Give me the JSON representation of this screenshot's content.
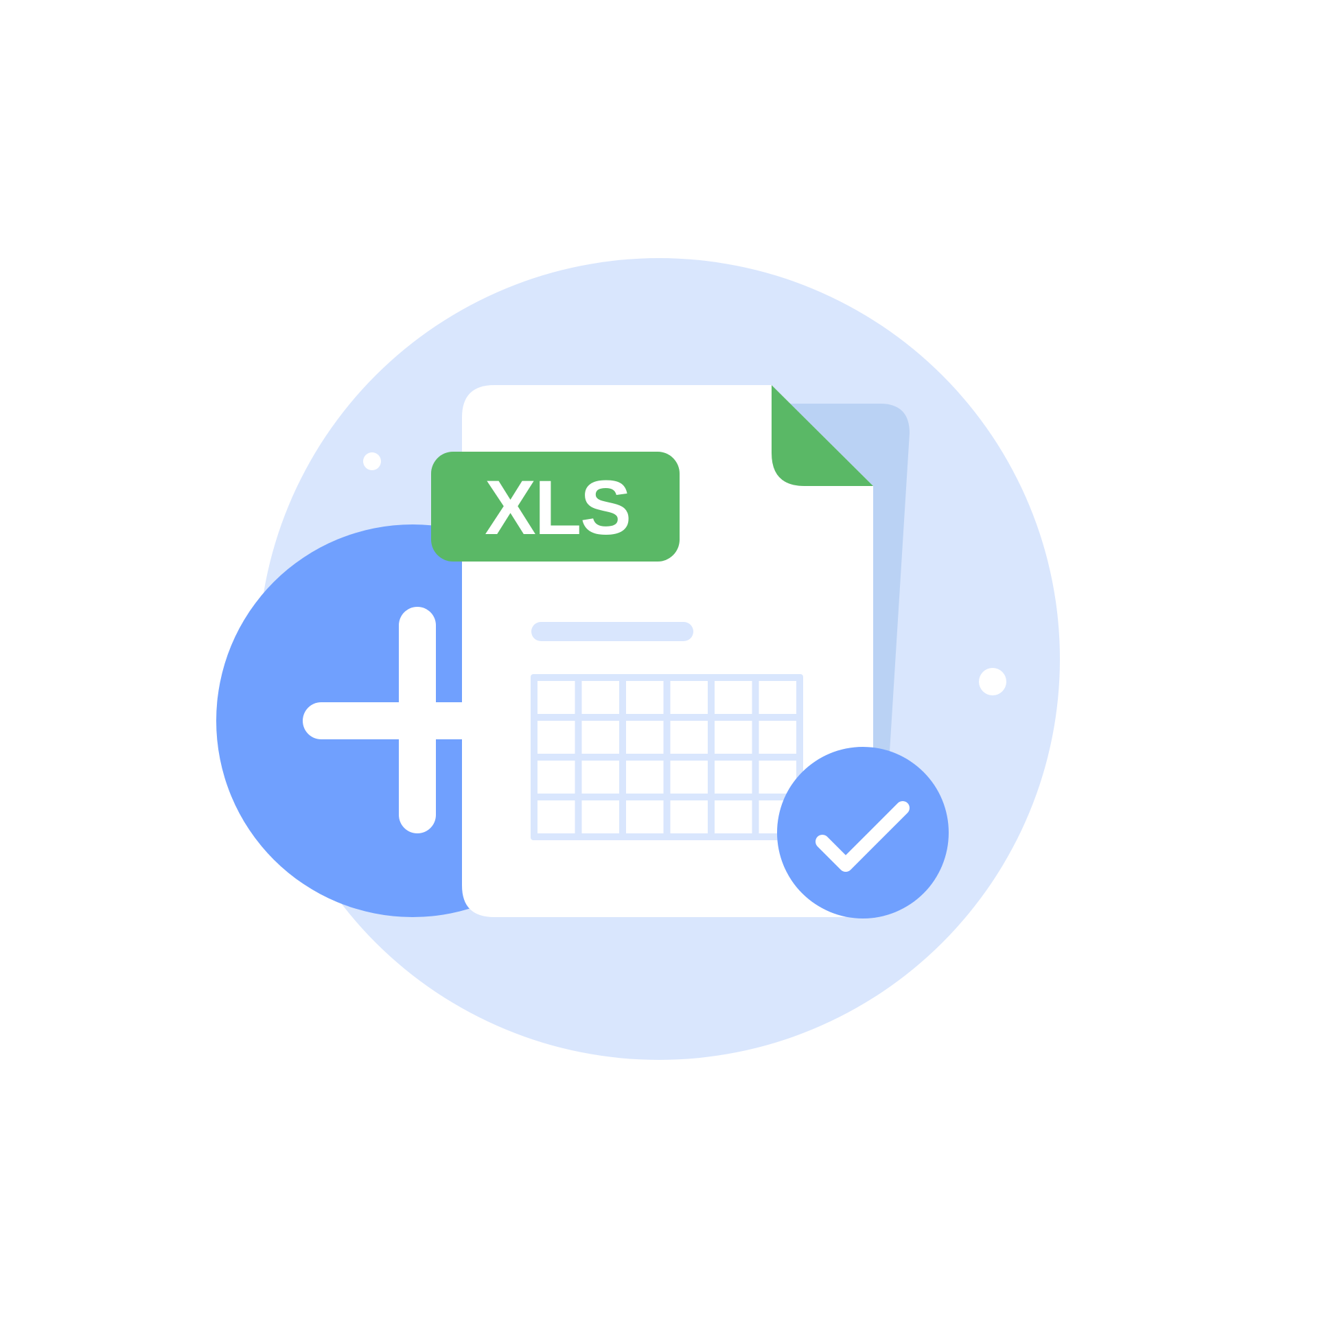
{
  "illustration": {
    "badge": {
      "label": "XLS"
    },
    "colors": {
      "background": "#ffffff",
      "halo": "#d9e6fd",
      "accent_blue": "#70a0fe",
      "file_green": "#5ab866",
      "page": "#ffffff",
      "page_shadow": "#bad2f4",
      "grid_line": "#d9e6fd",
      "glyph": "#ffffff"
    },
    "icons": [
      "plus-icon",
      "file-icon",
      "spreadsheet-grid-icon",
      "check-icon"
    ],
    "grid": {
      "rows": 4,
      "columns": 6
    }
  }
}
